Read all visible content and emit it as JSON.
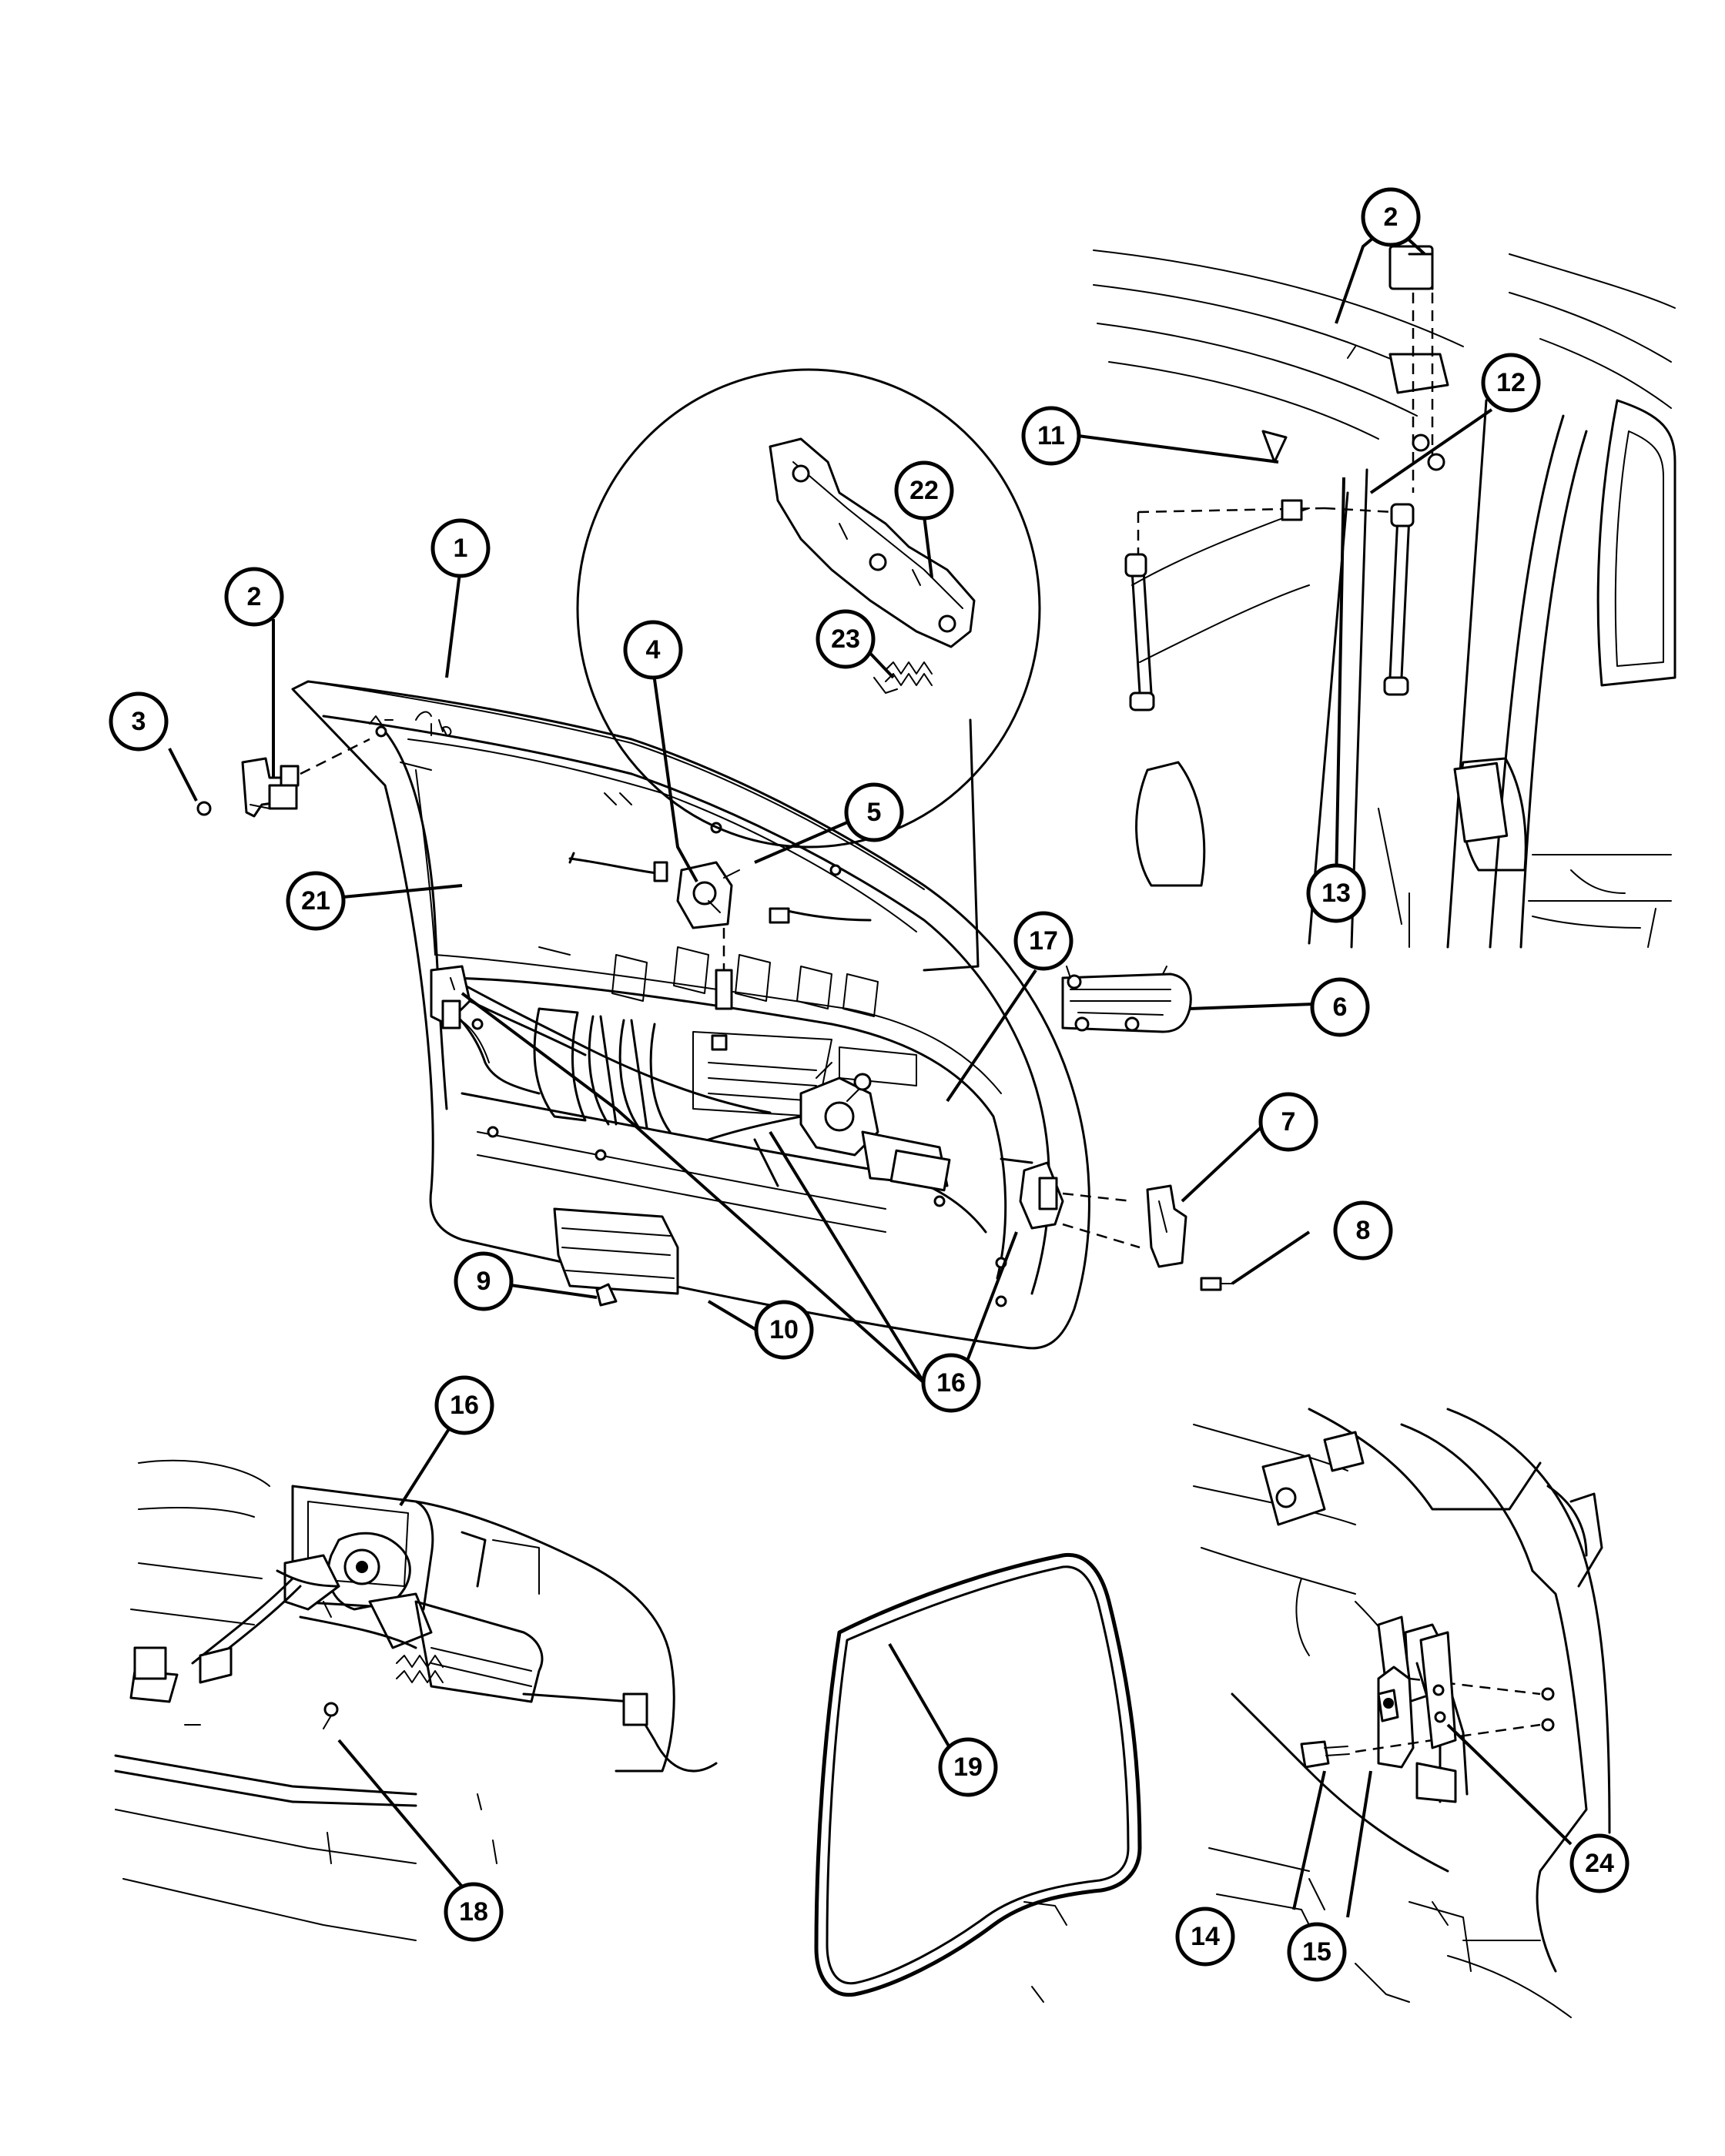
{
  "callouts": [
    {
      "id": "1",
      "label": "1"
    },
    {
      "id": "2a",
      "label": "2"
    },
    {
      "id": "2b",
      "label": "2"
    },
    {
      "id": "3",
      "label": "3"
    },
    {
      "id": "4",
      "label": "4"
    },
    {
      "id": "5",
      "label": "5"
    },
    {
      "id": "6",
      "label": "6"
    },
    {
      "id": "7",
      "label": "7"
    },
    {
      "id": "8",
      "label": "8"
    },
    {
      "id": "9",
      "label": "9"
    },
    {
      "id": "10",
      "label": "10"
    },
    {
      "id": "11",
      "label": "11"
    },
    {
      "id": "12",
      "label": "12"
    },
    {
      "id": "13",
      "label": "13"
    },
    {
      "id": "14",
      "label": "14"
    },
    {
      "id": "15",
      "label": "15"
    },
    {
      "id": "16a",
      "label": "16"
    },
    {
      "id": "16b",
      "label": "16"
    },
    {
      "id": "17",
      "label": "17"
    },
    {
      "id": "18",
      "label": "18"
    },
    {
      "id": "19",
      "label": "19"
    },
    {
      "id": "21",
      "label": "21"
    },
    {
      "id": "22",
      "label": "22"
    },
    {
      "id": "23",
      "label": "23"
    },
    {
      "id": "24",
      "label": "24"
    }
  ]
}
